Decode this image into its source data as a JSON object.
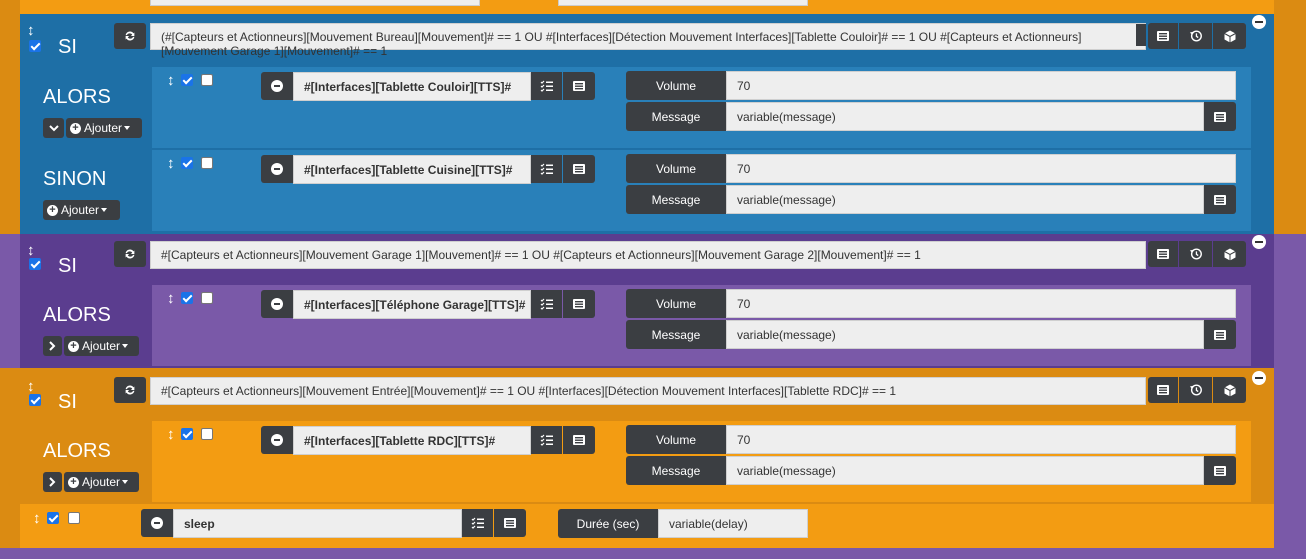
{
  "labels": {
    "si": "SI",
    "alors": "ALORS",
    "sinon": "SINON",
    "ajouter": "Ajouter",
    "volume": "Volume",
    "message": "Message",
    "duree": "Durée (sec)"
  },
  "block1": {
    "condition": "(#[Capteurs et Actionneurs][Mouvement Bureau][Mouvement]# == 1  OU #[Interfaces][Détection Mouvement Interfaces][Tablette Couloir]# == 1 OU #[Capteurs et Actionneurs][Mouvement Garage 1][Mouvement]# == 1",
    "alors": {
      "command": "#[Interfaces][Tablette Couloir][TTS]#",
      "volume": "70",
      "message": "variable(message)"
    },
    "sinon": {
      "command": "#[Interfaces][Tablette Cuisine][TTS]#",
      "volume": "70",
      "message": "variable(message)"
    }
  },
  "block2": {
    "condition": "#[Capteurs et Actionneurs][Mouvement Garage 1][Mouvement]# == 1 OU #[Capteurs et Actionneurs][Mouvement Garage 2][Mouvement]# == 1",
    "alors": {
      "command": "#[Interfaces][Téléphone Garage][TTS]#",
      "volume": "70",
      "message": "variable(message)"
    }
  },
  "block3": {
    "condition": "#[Capteurs et Actionneurs][Mouvement Entrée][Mouvement]# == 1 OU #[Interfaces][Détection Mouvement Interfaces][Tablette RDC]# == 1",
    "alors": {
      "command": "#[Interfaces][Tablette RDC][TTS]#",
      "volume": "70",
      "message": "variable(message)"
    }
  },
  "sleep": {
    "command": "sleep",
    "duree": "variable(delay)"
  },
  "colors": {
    "orange_outer": "#db8b12",
    "orange_inner": "#f39c12",
    "blue_outer": "#1e6fa6",
    "blue_inner": "#2980b9",
    "purple_outer": "#5b3d8f",
    "purple_inner": "#7a59a8",
    "button_dark": "#3b3e42"
  }
}
